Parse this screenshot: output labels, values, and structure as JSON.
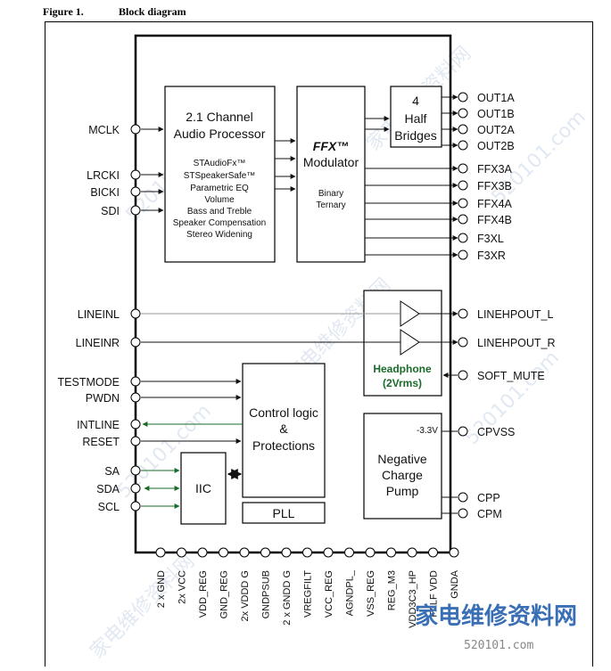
{
  "caption": {
    "figure": "Figure 1.",
    "title": "Block diagram"
  },
  "blocks": {
    "audio_processor": {
      "title1": "2.1 Channel",
      "title2": "Audio Processor",
      "features": [
        "STAudioFx™",
        "STSpeakerSafe™",
        "Parametric EQ",
        "Volume",
        "Bass and Treble",
        "Speaker Compensation",
        "Stereo Widening"
      ]
    },
    "modulator": {
      "title_italic": "FFX™",
      "title": "Modulator",
      "lines": [
        "Binary",
        "Ternary"
      ]
    },
    "half_bridges": {
      "lines": [
        "4",
        "Half",
        "Bridges"
      ]
    },
    "headphone": {
      "lines": [
        "Headphone",
        "(2Vrms)"
      ]
    },
    "control": {
      "lines": [
        "Control logic",
        "&",
        "Protections"
      ]
    },
    "iic": {
      "label": "IIC"
    },
    "pll": {
      "label": "PLL"
    },
    "charge_pump": {
      "lines": [
        "Negative",
        "Charge",
        "Pump"
      ],
      "voltage": "-3.3V"
    }
  },
  "pins_left": {
    "mclk": "MCLK",
    "lrcki": "LRCKI",
    "bicki": "BICKI",
    "sdi": "SDI",
    "lineinl": "LINEINL",
    "lineinr": "LINEINR",
    "testmode": "TESTMODE",
    "pwdn": "PWDN",
    "intline": "INTLINE",
    "reset": "RESET",
    "sa": "SA",
    "sda": "SDA",
    "scl": "SCL"
  },
  "pins_right": {
    "out1a": "OUT1A",
    "out1b": "OUT1B",
    "out2a": "OUT2A",
    "out2b": "OUT2B",
    "ffx3a": "FFX3A",
    "ffx3b": "FFX3B",
    "ffx4a": "FFX4A",
    "ffx4b": "FFX4B",
    "f3xl": "F3XL",
    "f3xr": "F3XR",
    "linehpout_l": "LINEHPOUT_L",
    "linehpout_r": "LINEHPOUT_R",
    "soft_mute": "SOFT_MUTE",
    "cpvss": "CPVSS",
    "cpp": "CPP",
    "cpm": "CPM"
  },
  "pins_bottom": [
    "2 x GND",
    "2x VCC",
    "VDD_REG",
    "GND_REG",
    "2x VDDD G",
    "GNDPSUB",
    "2 x GNDD G",
    "VREGFILT",
    "VCC_REG",
    "AGNDPL_",
    "VSS_REG",
    "REG_M3",
    "VDD3C3_HP",
    "FALF VDD",
    "GNDA"
  ],
  "watermark": {
    "brand": "家电维修资料网",
    "url": "520101.com"
  }
}
